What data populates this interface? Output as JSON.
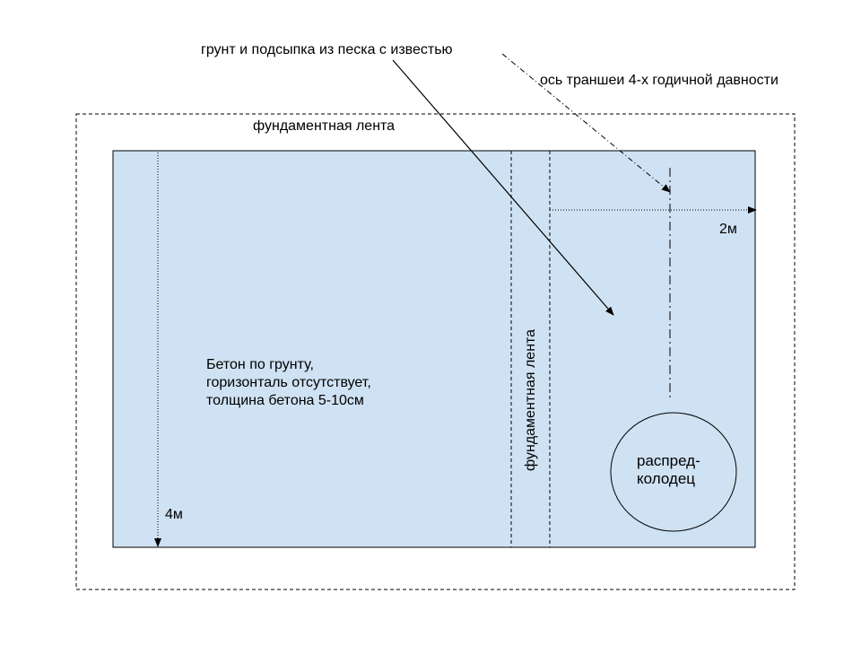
{
  "labels": {
    "soil_fill": "грунт и подсыпка из песка с известью",
    "trench_axis": "ось траншеи 4-х годичной давности",
    "foundation_strip_top": "фундаментная лента",
    "foundation_strip_vertical": "фундаментная лента",
    "dim_2m": "2м",
    "dim_4m": "4м",
    "concrete_note": "Бетон по грунту,\nгоризонталь отсутствует,\nтолщина бетона 5-10см",
    "well": "распред-\nколодец"
  },
  "colors": {
    "slab_fill": "#cfe2f3",
    "line": "#000000"
  }
}
